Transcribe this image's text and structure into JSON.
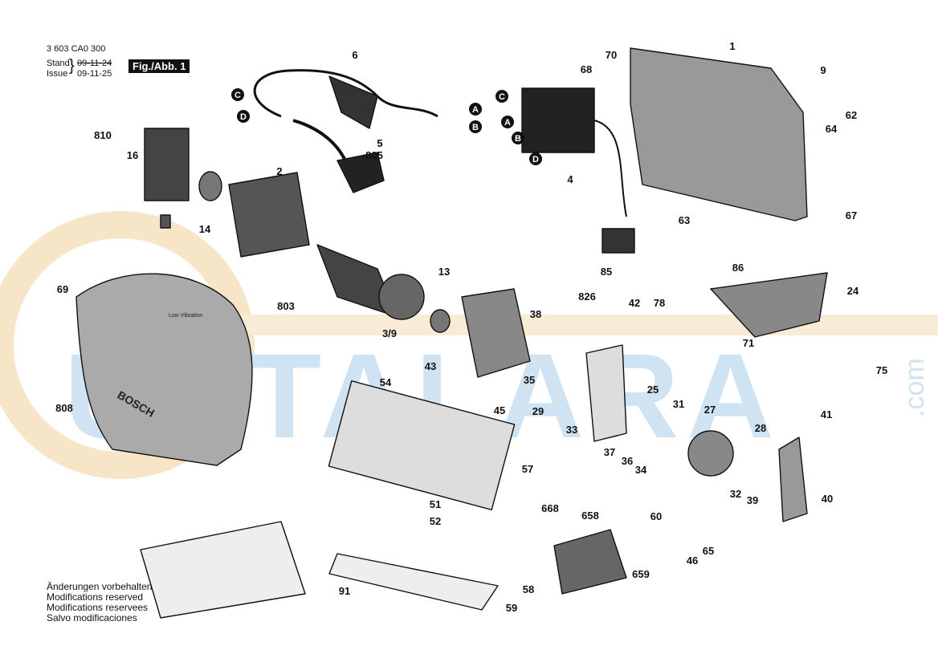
{
  "header": {
    "drawing_number": "3 603 CA0 300",
    "stand_label": "Stand",
    "issue_label": "Issue",
    "old_date": "09-11-24",
    "new_date": "09-11-25",
    "figure_label": "Fig./Abb. 1"
  },
  "notes": [
    "Änderungen vorbehalten",
    "Modifications reserved",
    "Modifications reservees",
    "Salvo modificaciones"
  ],
  "watermark": {
    "text": "USTALARA",
    "domain": ".com",
    "color": "#cfe3f3",
    "ring_color": "#f6e6c7"
  },
  "callouts": [
    "1",
    "2",
    "3/9",
    "4",
    "5",
    "6",
    "9",
    "13",
    "14",
    "16",
    "24",
    "25",
    "27",
    "28",
    "29",
    "31",
    "32",
    "33",
    "34",
    "35",
    "36",
    "37",
    "38",
    "39",
    "40",
    "41",
    "42",
    "43",
    "45",
    "46",
    "51",
    "52",
    "54",
    "57",
    "58",
    "59",
    "60",
    "62",
    "63",
    "64",
    "65",
    "67",
    "68",
    "69",
    "70",
    "71",
    "75",
    "78",
    "85",
    "86",
    "91",
    "658",
    "659",
    "668",
    "803",
    "805",
    "808",
    "810",
    "826"
  ],
  "connector_markers": [
    "A",
    "B",
    "C",
    "D"
  ],
  "brand": {
    "name": "BOSCH",
    "model_text": "Low Vibration"
  }
}
